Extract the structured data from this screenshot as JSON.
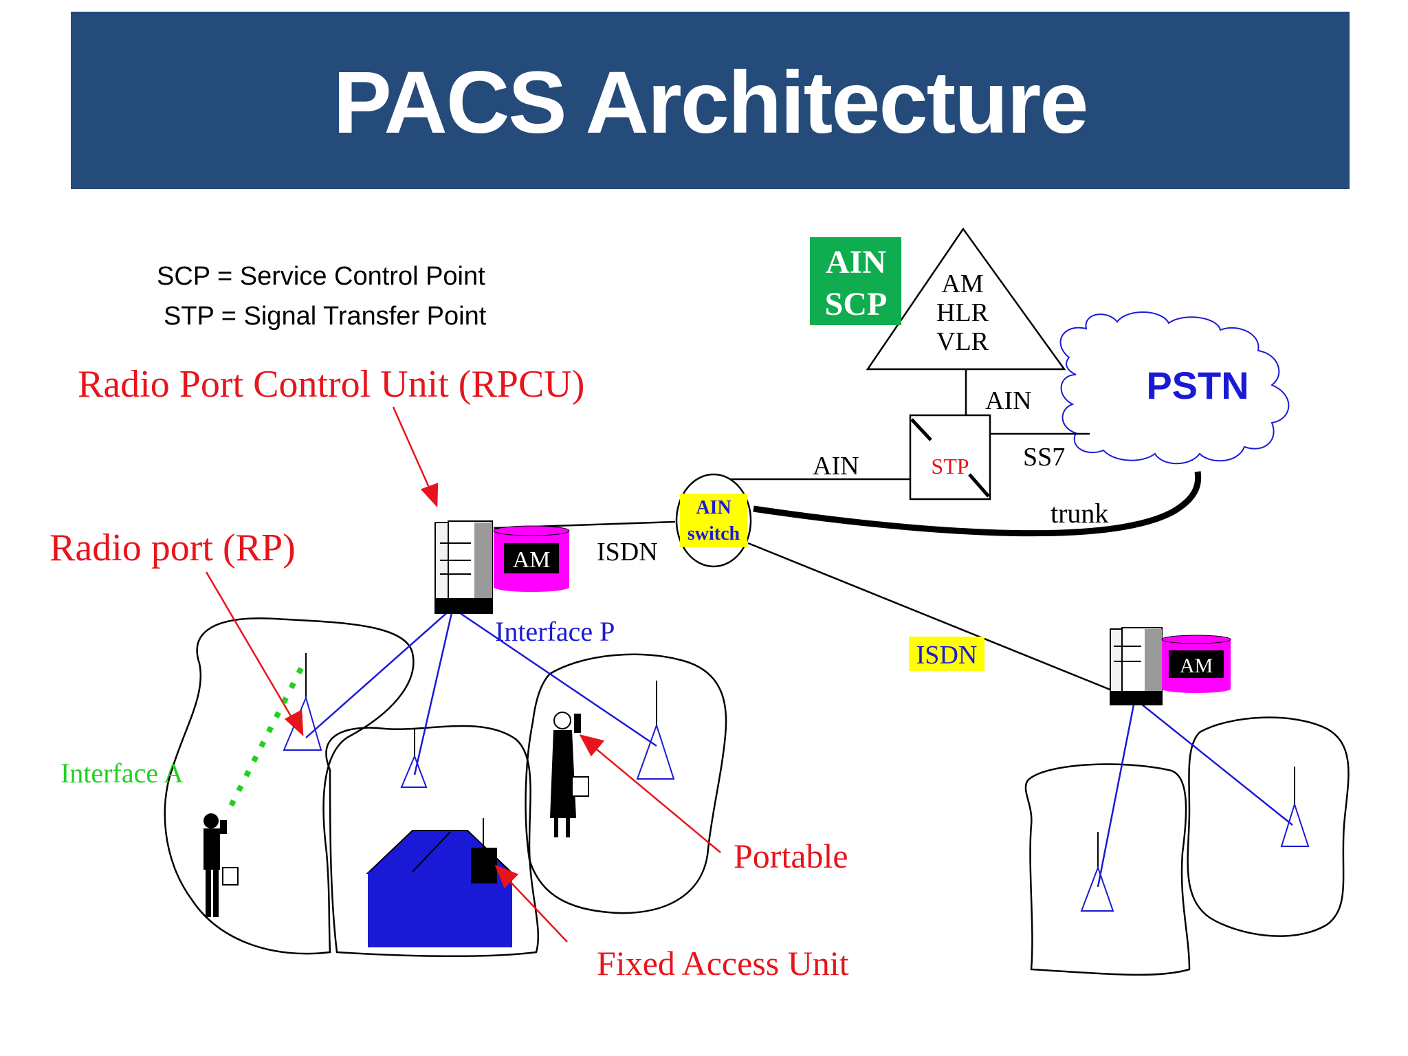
{
  "title": "PACS Architecture",
  "legend": {
    "scp": "SCP = Service Control Point",
    "stp": "STP = Signal Transfer Point"
  },
  "labels": {
    "rpcu": "Radio Port Control Unit (RPCU)",
    "radio_port": "Radio port (RP)",
    "interface_a": "Interface A",
    "interface_p": "Interface P",
    "portable": "Portable",
    "fixed_access_unit": "Fixed Access Unit",
    "isdn_left": "ISDN",
    "isdn_right": "ISDN",
    "am_left": "AM",
    "am_right": "AM",
    "ain_switch_line1": "AIN",
    "ain_switch_line2": "switch",
    "ain_stp_left": "AIN",
    "ain_stp_top": "AIN",
    "ss7": "SS7",
    "trunk": "trunk",
    "stp": "STP",
    "pstn": "PSTN",
    "ain_scp_line1": "AIN",
    "ain_scp_line2": "SCP",
    "scp_am": "AM",
    "scp_hlr": "HLR",
    "scp_vlr": "VLR"
  },
  "colors": {
    "title_bar": "#244b7a",
    "red": "#e8141b",
    "blue": "#1a1ad6",
    "green": "#22d022",
    "magenta": "#ff00ff",
    "yellow": "#ffff00",
    "scp_green": "#0fad4f"
  }
}
